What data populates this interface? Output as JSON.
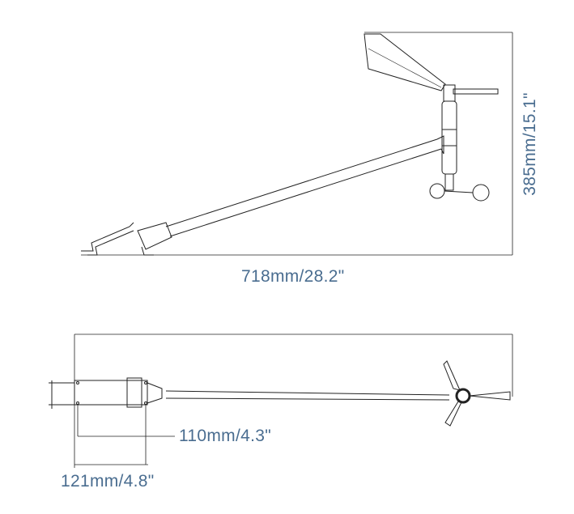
{
  "dimensions": {
    "total_length": "718mm/28.2\"",
    "total_height": "385mm/15.1\"",
    "mount_hole_spacing": "110mm/4.3\"",
    "mount_width": "121mm/4.8\""
  },
  "colors": {
    "dimension_text": "#4a6d90",
    "line": "#222222"
  }
}
